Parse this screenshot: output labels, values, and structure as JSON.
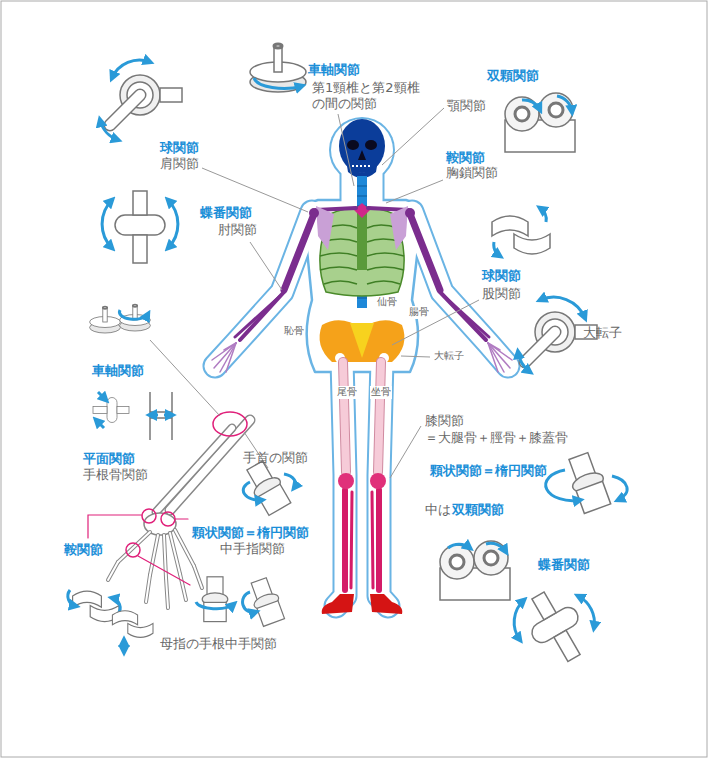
{
  "diagram": {
    "labels": [
      "車軸関節",
      "第1頸椎と第2頸椎 の間の関節",
      "双顆関節",
      "顎関節",
      "球関節",
      "肩関節",
      "鞍関節",
      "胸鎖関節",
      "蝶番関節",
      "肘関節",
      "球関節",
      "股関節",
      "仙骨",
      "腸骨",
      "恥骨",
      "大転子",
      "大転子",
      "尾骨",
      "坐骨",
      "車軸関節",
      "平面関節",
      "手根骨関節",
      "手首の関節",
      "膝関節",
      "＝大腿骨＋脛骨＋膝蓋骨",
      "顆状関節＝楕円関節",
      "中は",
      "双顆関節",
      "顆状関節＝楕円関節",
      "中手指関節",
      "鞍関節",
      "蝶番関節",
      "母指の手根中手関節"
    ]
  }
}
